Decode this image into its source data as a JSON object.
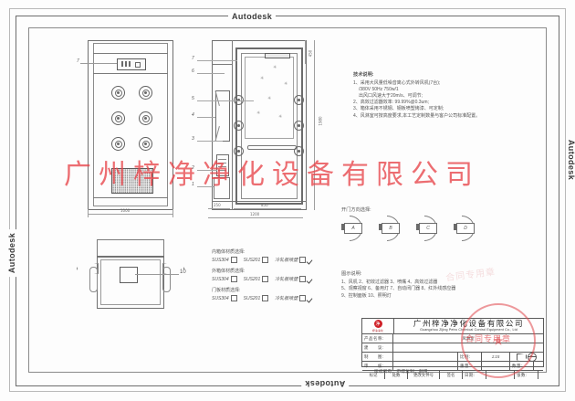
{
  "sheet": {
    "cad_watermark": "Autodesk",
    "red_watermark": "广州梓净净化设备有限公司"
  },
  "views": {
    "front": {
      "name": "front-elevation",
      "width_dim": "1000",
      "callout": "7"
    },
    "side": {
      "name": "side-section",
      "callouts": [
        "7",
        "6",
        "5",
        "4",
        "3",
        "2",
        "1"
      ],
      "dim_left": "250",
      "dim_right": "850",
      "dim_total": "1200",
      "dim_height_upper": "450",
      "dim_height_total": "1980"
    },
    "plan": {
      "name": "plan-view",
      "callout": "10"
    }
  },
  "notes": {
    "title": "技术说明:",
    "lines": [
      "1、采用大风量低噪音离心式外转风机(7台);",
      "/380V 50Hz  750w/1",
      "出风口风速大于20m/s、可调节;",
      "2、高效过滤器效率: 99.99%@0.3um;",
      "3、箱体采用不锈钢、钢板喷塑烤漆、可定制;",
      "4、风淋室可按高度要求,本工艺定制数量与客户公司标准配置。"
    ]
  },
  "door_selection": {
    "title": "开门方向选择:",
    "options": [
      "A",
      "B",
      "C",
      "D"
    ]
  },
  "parts": {
    "title": "图示说明:",
    "rows": [
      "1、风机   2、初效过滤器   3、喷嘴   4、高效过滤器",
      "5、观察视窗   6、备用灯   7、自动闭门器   8、红外线感应器",
      "9、控制面板   10、照明灯"
    ]
  },
  "material_selection": {
    "groups": [
      {
        "label": "内箱体材质选择:",
        "options": [
          {
            "text": "SUS304",
            "checked": false
          },
          {
            "text": "SUS201",
            "checked": false
          },
          {
            "text": "冷轧板喷塑",
            "checked": true
          }
        ]
      },
      {
        "label": "外箱体材质选择:",
        "options": [
          {
            "text": "SUS304",
            "checked": false
          },
          {
            "text": "SUS201",
            "checked": false
          },
          {
            "text": "冷轧板喷塑",
            "checked": true
          }
        ]
      },
      {
        "label": "门板材质选择:",
        "options": [
          {
            "text": "SUS304",
            "checked": false
          },
          {
            "text": "SUS201",
            "checked": false
          },
          {
            "text": "冷轧板喷塑",
            "checked": true
          }
        ]
      }
    ]
  },
  "title_block": {
    "company_cn": "广州梓净净化设备有限公司",
    "company_en": "Guangzhou Zijing Petro Chemical Control Equipment Co., Ltd",
    "logo_mark": "净",
    "logo_sub": "梓净净化",
    "rows": [
      {
        "label": "产品名称:",
        "value": "风淋室"
      },
      {
        "label": "建　　议:",
        "value": ""
      },
      {
        "label": "制　　图:",
        "value": "",
        "label2": "比例:",
        "value2": "1:15"
      },
      {
        "label": "审　　核:",
        "value": "",
        "label2": "重量:",
        "value2": "",
        "label3": "数量:",
        "value3": ""
      }
    ],
    "footer_cells": [
      "标记",
      "处数",
      "更改文件号",
      "签名",
      "日期:",
      "",
      "张数:",
      ""
    ],
    "scale_label": "比例:",
    "scale_value": "1:15",
    "weight_label": "重量:",
    "count_label": "数量:",
    "sheets_label": "张数:",
    "copyright": "版权所有，不得复制，翻用。"
  },
  "seal": {
    "text": "合同专用章",
    "star": "★"
  }
}
